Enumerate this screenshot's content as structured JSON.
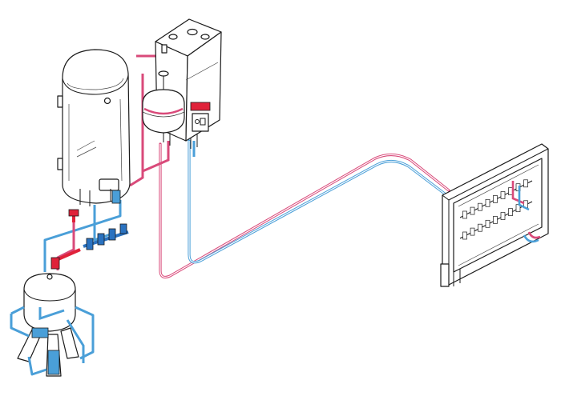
{
  "colors": {
    "hot": "#d94a7a",
    "hot_dark": "#e0223a",
    "cold": "#4a9fd8",
    "cold_dark": "#2a72c0",
    "outline": "#1a1a1a",
    "boiler_badge": "#e0223a"
  },
  "components": [
    {
      "key": "storage-water-heater"
    },
    {
      "key": "wall-mounted-boiler"
    },
    {
      "key": "expansion-vessel"
    },
    {
      "key": "pressure-tank"
    },
    {
      "key": "underfloor-heating-manifold-cabinet"
    }
  ],
  "pipes": [
    {
      "key": "supply-to-manifold",
      "kind": "hot"
    },
    {
      "key": "return-from-manifold",
      "kind": "cold"
    }
  ]
}
